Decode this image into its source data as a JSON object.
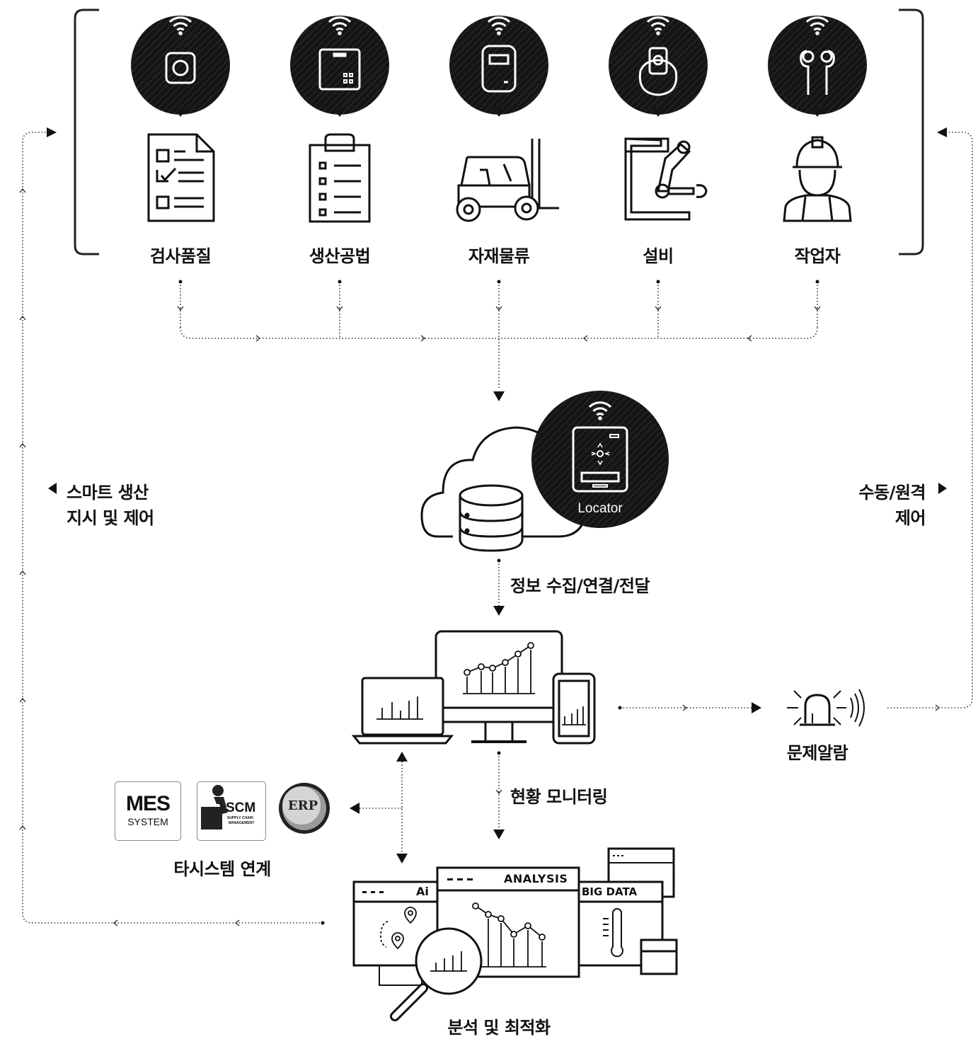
{
  "categories": [
    {
      "label": "검사품질",
      "icon": "checklist-document-icon",
      "device": "camera-sensor-icon"
    },
    {
      "label": "생산공법",
      "icon": "clipboard-icon",
      "device": "tablet-tag-icon"
    },
    {
      "label": "자재물류",
      "icon": "forklift-icon",
      "device": "rfid-tag-icon"
    },
    {
      "label": "설비",
      "icon": "robot-arm-icon",
      "device": "wrist-band-icon"
    },
    {
      "label": "작업자",
      "icon": "worker-helmet-icon",
      "device": "earphones-icon"
    }
  ],
  "side_left": {
    "line1": "스마트 생산",
    "line2": "지시 및 제어"
  },
  "side_right": {
    "line1": "수동/원격",
    "line2": "제어"
  },
  "hub": {
    "locator_label": "Locator",
    "caption": "정보 수집/연결/전달"
  },
  "monitoring": {
    "caption": "현황 모니터링"
  },
  "alarm": {
    "caption": "문제알람"
  },
  "systems": {
    "caption": "타시스템 연계",
    "mes_title": "MES",
    "mes_sub": "SYSTEM",
    "scm_title": "SCM",
    "scm_sub1": "SUPPLY CHAIN",
    "scm_sub2": "MANAGEMENT",
    "erp_title": "ERP"
  },
  "analysis": {
    "caption": "분석 및 최적화",
    "ai_title": "Ai",
    "analysis_title": "ANALYSIS",
    "bigdata_title": "BIG DATA"
  }
}
